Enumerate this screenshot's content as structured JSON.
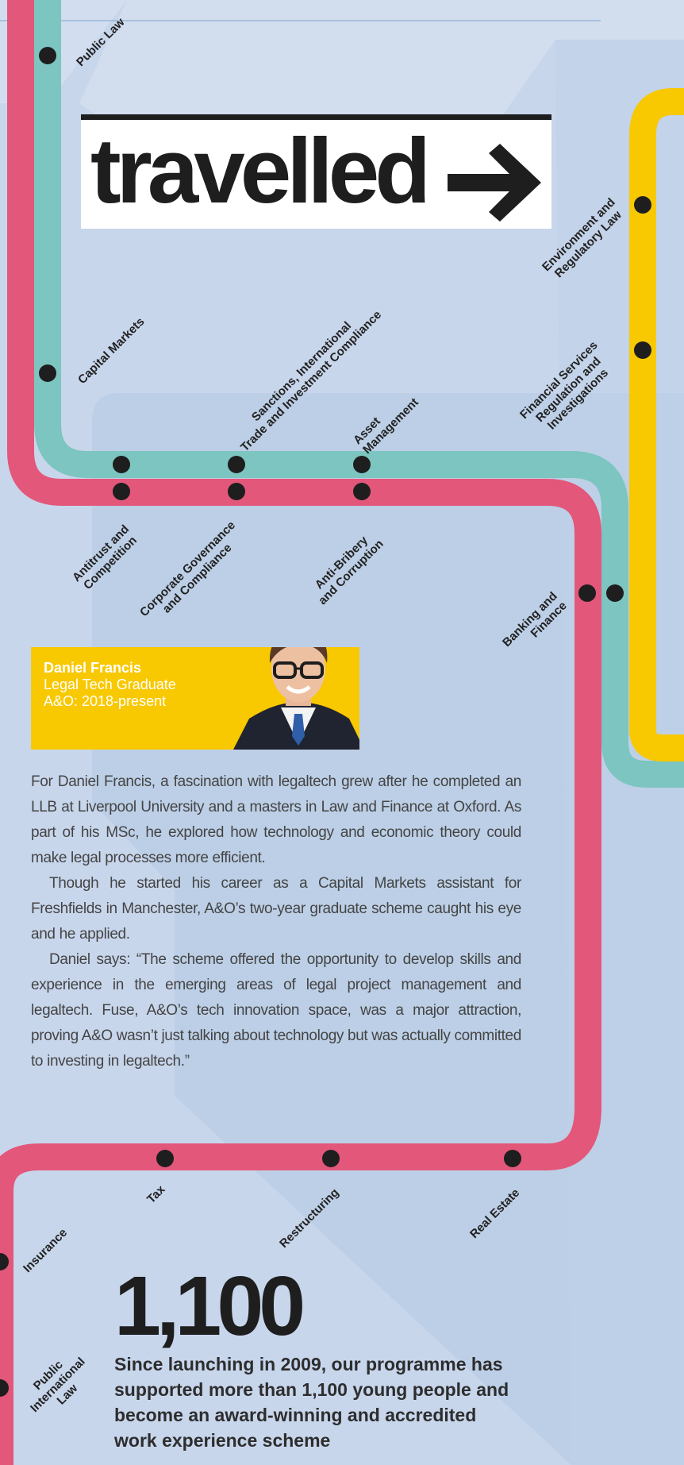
{
  "colors": {
    "background": "#c8d6ec",
    "red_line": "#e3577a",
    "teal_line": "#7cc5c0",
    "yellow_line": "#f8c800",
    "station": "#1e1e1e"
  },
  "headline": {
    "word": "travelled",
    "arrow_icon": "right-arrow-icon"
  },
  "stations": {
    "public_law": "Public Law",
    "capital_markets": "Capital Markets",
    "sanctions_1": "Sanctions, International",
    "sanctions_2": "Trade and Investment Compliance",
    "asset_1": "Asset",
    "asset_2": "Management",
    "environment_1": "Environment and",
    "environment_2": "Regulatory Law",
    "financial_1": "Financial Services",
    "financial_2": "Regulation and",
    "financial_3": "Investigations",
    "antitrust_1": "Antitrust and",
    "antitrust_2": "Competition",
    "corporate_1": "Corporate Governance",
    "corporate_2": "and Compliance",
    "antibribery_1": "Anti-Bribery",
    "antibribery_2": "and Corruption",
    "banking_1": "Banking and",
    "banking_2": "Finance",
    "tax": "Tax",
    "restructuring": "Restructuring",
    "real_estate": "Real Estate",
    "insurance": "Insurance",
    "public_intl_1": "Public",
    "public_intl_2": "International",
    "public_intl_3": "Law"
  },
  "profile": {
    "name": "Daniel Francis",
    "role": "Legal Tech Graduate",
    "tenure": "A&O: 2018-present"
  },
  "article": {
    "p1": "For Daniel Francis, a fascination with legaltech grew after he completed an LLB at Liverpool University and a masters in Law and Finance at Oxford. As part of his MSc, he explored how technology and economic theory could make legal processes more efficient.",
    "p2": "Though he started his career as a Capital Markets assistant for Freshfields in Manchester, A&O’s two-year graduate scheme caught his eye and he applied.",
    "p3": "Daniel says: “The scheme offered the opportunity to develop skills and experience in the emerging areas of legal project management and legaltech. Fuse, A&O’s tech innovation space, was a major attraction, proving A&O wasn’t just talking about technology but was actually committed to investing in legaltech.”"
  },
  "stat": {
    "number": "1,100",
    "text": "Since launching in 2009, our programme has supported more than 1,100 young people and become an award-winning and accredited work experience scheme"
  }
}
